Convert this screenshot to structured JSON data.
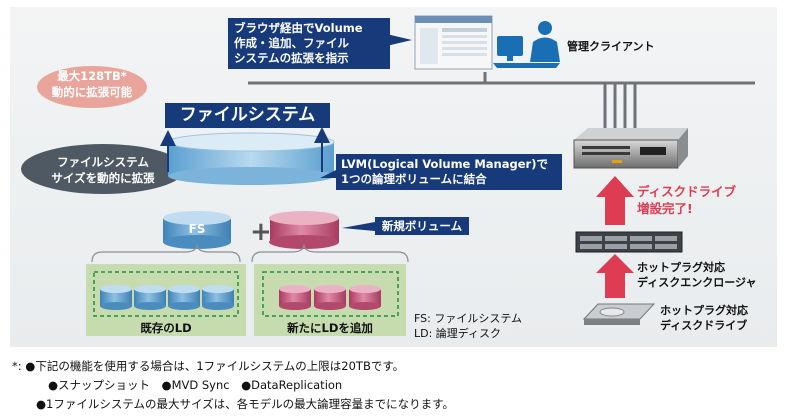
{
  "client": {
    "callout": [
      "ブラウザ経由でVolume",
      "作成・追加、ファイル",
      "システムの拡張を指示"
    ],
    "label": "管理クライアント"
  },
  "max_capacity": {
    "line1": "最大128TB*",
    "line2": "動的に拡張可能"
  },
  "filesystem": {
    "title": "ファイルシステム"
  },
  "dynamic_expand": {
    "line1": "ファイルシステム",
    "line2": "サイズを動的に拡張"
  },
  "lvm": {
    "line1": "LVM(Logical Volume Manager)で",
    "line2": "1つの論理ボリュームに結合"
  },
  "fs_label": "FS",
  "plus": "+",
  "new_volume": "新規ボリューム",
  "existing_ld": "既存のLD",
  "new_ld": "新たにLDを追加",
  "legend": {
    "fs": "FS: ファイルシステム",
    "ld": "LD: 論理ディスク"
  },
  "disk_done": {
    "line1": "ディスクドライブ",
    "line2": "増設完了!"
  },
  "enclosure": {
    "line1": "ホットプラグ対応",
    "line2": "ディスクエンクロージャ"
  },
  "drive": {
    "line1": "ホットプラグ対応",
    "line2": "ディスクドライブ"
  },
  "notes": {
    "line1": "*: ●下記の機能を使用する場合は、1ファイルシステムの上限は20TBです。",
    "line2": "●スナップショット　●MVD Sync　●DataReplication",
    "line3": "●1ファイルシステムの最大サイズは、各モデルの最大論理容量までになります。"
  },
  "colors": {
    "navy": "#173a7a",
    "salmon": "#e9a59c",
    "blue_cyl": "#5d9ec9",
    "pink_cyl": "#c25a7c",
    "green_box": "#c7dcae",
    "arrow_red": "#dd3c52"
  }
}
